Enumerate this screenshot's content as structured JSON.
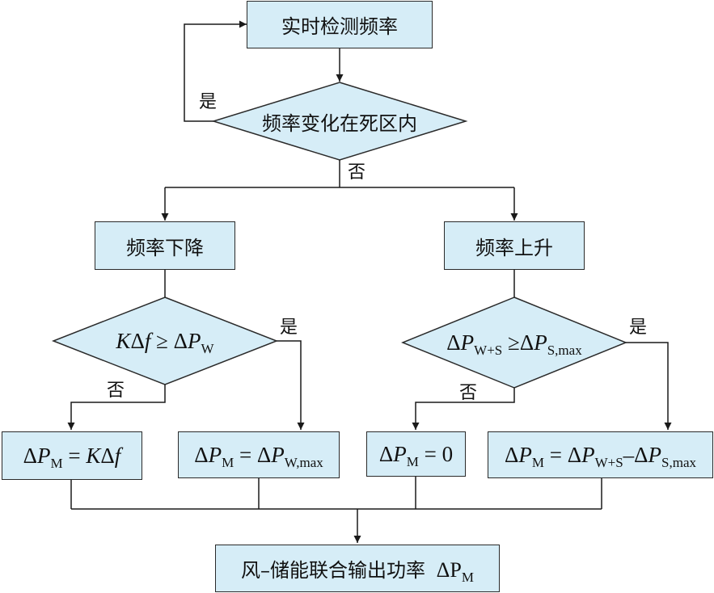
{
  "nodes": {
    "detect": "实时检测频率",
    "deadband": "频率变化在死区内",
    "freq_down": "频率下降",
    "freq_up": "频率上升",
    "output": "风–储能联合输出功率",
    "output_symbol": "ΔP",
    "output_sub": "M"
  },
  "decisions": {
    "left": {
      "lhs_k": "K",
      "lhs_delta": "Δ",
      "lhs_f": "f",
      "op": " ≥ ",
      "rhs_delta": "Δ",
      "rhs_p": "P",
      "rhs_sub": "W"
    },
    "right": {
      "lhs_delta": "Δ",
      "lhs_p": "P",
      "lhs_sub": "W+S",
      "op": " ≥",
      "rhs_delta": "Δ",
      "rhs_p": "P",
      "rhs_sub": "S,max"
    }
  },
  "results": {
    "r1": {
      "d": "Δ",
      "p": "P",
      "sub": "M",
      "eq": " = ",
      "k": "K",
      "d2": "Δ",
      "f": "f"
    },
    "r2": {
      "d": "Δ",
      "p": "P",
      "sub": "M",
      "eq": " = ",
      "d2": "Δ",
      "p2": "P",
      "sub2": "W,max"
    },
    "r3": {
      "d": "Δ",
      "p": "P",
      "sub": "M",
      "eq": " = 0"
    },
    "r4": {
      "d": "Δ",
      "p": "P",
      "sub": "M",
      "eq": " = ",
      "d2": "Δ",
      "p2": "P",
      "sub2": "W+S",
      "minus": "–",
      "d3": "Δ",
      "p3": "P",
      "sub3": "S,max"
    }
  },
  "labels": {
    "yes": "是",
    "no": "否"
  },
  "colors": {
    "box_fill": "#d6edf7",
    "stroke": "#2a2a2a"
  }
}
